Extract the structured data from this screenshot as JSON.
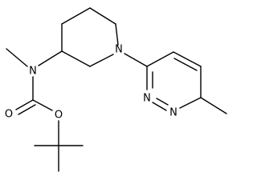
{
  "structure": {
    "atom_labels": {
      "n_amine": "N",
      "n_ring": "N",
      "o_carbonyl": "O",
      "o_ester": "O",
      "n_pyridazine_1": "N",
      "n_pyridazine_2": "N"
    },
    "line_color": "#000000",
    "background_color": "#ffffff"
  }
}
